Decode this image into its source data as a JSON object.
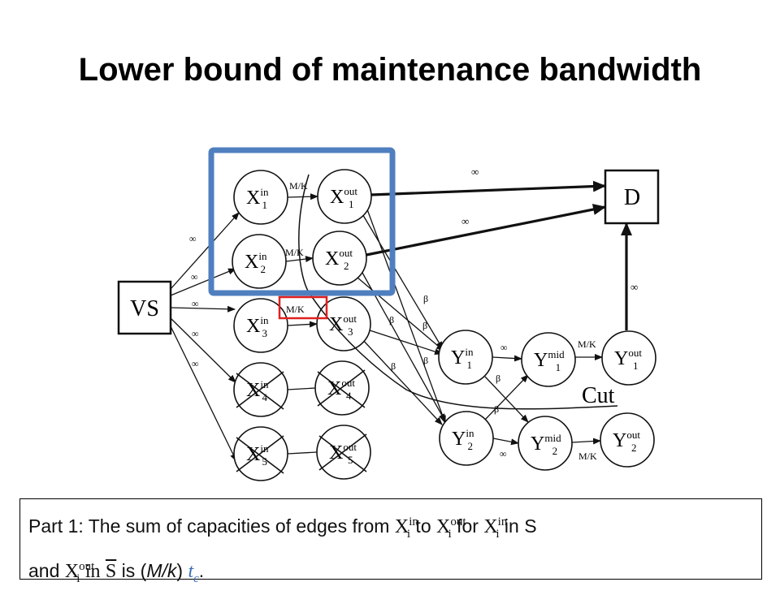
{
  "title": "Lower bound of maintenance bandwidth",
  "diagram": {
    "source_label": "VS",
    "sink_label": "D",
    "x_nodes": [
      {
        "in_label": "X",
        "in_sup": "in",
        "in_sub": "1",
        "out_label": "X",
        "out_sup": "out",
        "out_sub": "1"
      },
      {
        "in_label": "X",
        "in_sup": "in",
        "in_sub": "2",
        "out_label": "X",
        "out_sup": "out",
        "out_sub": "2"
      },
      {
        "in_label": "X",
        "in_sup": "in",
        "in_sub": "3",
        "out_label": "X",
        "out_sup": "out",
        "out_sub": "3"
      },
      {
        "in_label": "X",
        "in_sup": "in",
        "in_sub": "4",
        "out_label": "X",
        "out_sup": "out",
        "out_sub": "4",
        "crossed": true
      },
      {
        "in_label": "X",
        "in_sup": "in",
        "in_sub": "5",
        "out_label": "X",
        "out_sup": "out",
        "out_sub": "5",
        "crossed": true
      }
    ],
    "y_nodes": [
      {
        "in_label": "Y",
        "in_sup": "in",
        "in_sub": "1",
        "mid_label": "Y",
        "mid_sup": "mid",
        "mid_sub": "1",
        "out_label": "Y",
        "out_sup": "out",
        "out_sub": "1"
      },
      {
        "in_label": "Y",
        "in_sup": "in",
        "in_sub": "2",
        "mid_label": "Y",
        "mid_sup": "mid",
        "mid_sub": "2",
        "out_label": "Y",
        "out_sup": "out",
        "out_sub": "2"
      }
    ],
    "edge_labels": {
      "infinity": "∞",
      "beta": "β",
      "capacity": "M/K"
    },
    "cut_label": "Cut",
    "colors": {
      "highlight_box": "#4f7fbf",
      "capacity_box": "#e02020",
      "ink": "#111111"
    }
  },
  "caption": {
    "line1_prefix": "Part 1: The sum of capacities of edges from ",
    "sym_X": "X",
    "sup_in": "in",
    "sup_out": "out",
    "sub_i": "i",
    "to": " to ",
    "for": " for ",
    "in_S": " in S",
    "line2_prefix": "and ",
    "in_text": "in",
    "S_bar": "S",
    "is": " is (",
    "MK": "M/k",
    "close": ") ",
    "tc": "t",
    "tc_sub": "c",
    "period": "."
  }
}
